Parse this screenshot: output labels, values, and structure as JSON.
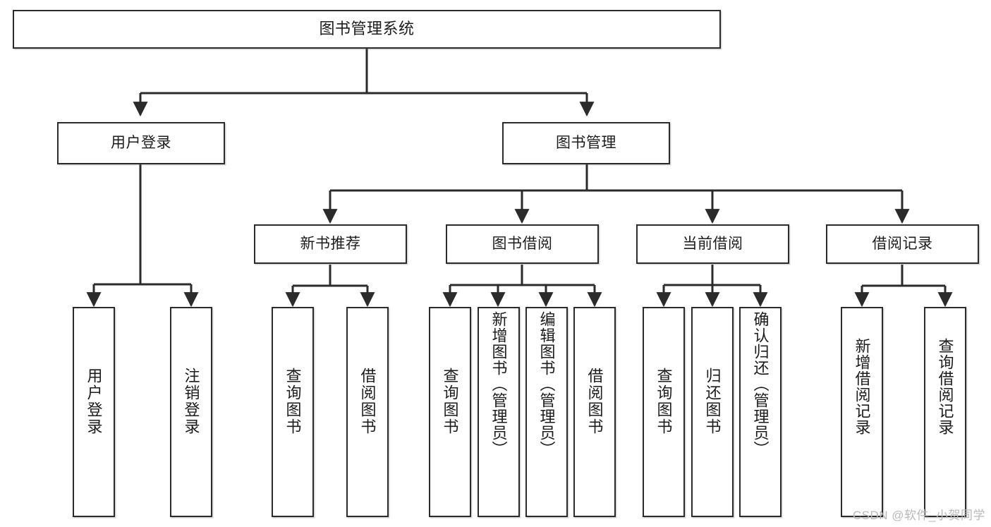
{
  "diagram": {
    "title": "图书管理系统",
    "type": "hierarchy-tree",
    "watermark": "CSDN @软件_小贺同学",
    "colors": {
      "border": "#2b2b2b",
      "background": "#ffffff",
      "text": "#1c1c1c",
      "connector": "#2b2b2b",
      "watermark": "#b9b9b9"
    },
    "levels": {
      "root": {
        "label": "图书管理系统"
      },
      "level1": [
        {
          "label": "用户登录"
        },
        {
          "label": "图书管理"
        }
      ],
      "level2": [
        {
          "label": "新书推荐"
        },
        {
          "label": "图书借阅"
        },
        {
          "label": "当前借阅"
        },
        {
          "label": "借阅记录"
        }
      ],
      "level3": {
        "user_login": [
          {
            "label": "用户登录"
          },
          {
            "label": "注销登录"
          }
        ],
        "new_book_recommend": [
          {
            "label": "查询图书"
          },
          {
            "label": "借阅图书"
          }
        ],
        "book_borrow": [
          {
            "label": "查询图书"
          },
          {
            "label": "新增图书（管理员）"
          },
          {
            "label": "编辑图书（管理员）"
          },
          {
            "label": "借阅图书"
          }
        ],
        "current_borrow": [
          {
            "label": "查询图书"
          },
          {
            "label": "归还图书"
          },
          {
            "label": "确认归还（管理员）"
          }
        ],
        "borrow_record": [
          {
            "label": "新增借阅记录"
          },
          {
            "label": "查询借阅记录"
          }
        ]
      }
    }
  }
}
